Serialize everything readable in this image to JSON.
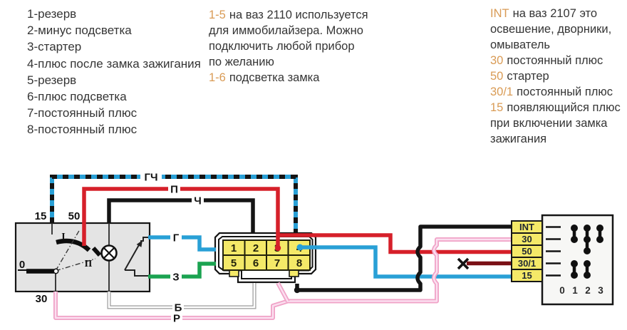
{
  "colors": {
    "accent_orange": "#d99b55",
    "text_dark": "#353535",
    "wire_red": "#d6202a",
    "wire_blue": "#29a0d6",
    "wire_green": "#1ba351",
    "wire_pink": "#f0a3c7",
    "wire_pink_core": "#fbdff0",
    "wire_maroon": "#7a1016",
    "wire_black": "#141414",
    "wire_white": "#ffffff",
    "pin_yellow": "#f4e968",
    "switch_box_gray": "#e4e4e4",
    "chart_box_white": "#f7f7f5"
  },
  "legend_left": {
    "items": [
      "1-резерв",
      "2-минус подсветка",
      "3-стартер",
      "4-плюс после замка зажигания",
      "5-резерв",
      "6-плюс подсветка",
      "7-постоянный плюс",
      "8-постоянный плюс"
    ]
  },
  "note_center": {
    "lines": [
      {
        "hl": "1-5",
        "text": "на ваз 2110 используется"
      },
      {
        "text": "для иммобилайзера. Можно"
      },
      {
        "text": "подключить любой прибор"
      },
      {
        "text": "по желанию"
      },
      {
        "hl": "1-6",
        "text": "подсветка замка"
      }
    ]
  },
  "note_right": {
    "lines": [
      {
        "hl": "INT",
        "text": "на ваз 2107 это"
      },
      {
        "text": "освешение, дворники,"
      },
      {
        "text": "омыватель"
      },
      {
        "hl": "30",
        "text": "постоянный плюс"
      },
      {
        "hl": "50",
        "text": "стартер"
      },
      {
        "hl": "30/1",
        "text": "постоянный плюс"
      },
      {
        "hl": "15",
        "text": "появляющийся плюс"
      },
      {
        "text": "при включении замка"
      },
      {
        "text": "зажигания"
      }
    ]
  },
  "switch": {
    "terminal_15": "15",
    "terminal_50": "50",
    "terminal_0": "0",
    "terminal_30": "30",
    "pos_1": "I",
    "pos_2": "II"
  },
  "wires": {
    "gch": "ГЧ",
    "p": "П",
    "ch": "Ч",
    "g": "Г",
    "z": "З",
    "b": "Б",
    "r": "Р"
  },
  "connector": {
    "pins": [
      "1",
      "2",
      "3",
      "4",
      "5",
      "6",
      "7",
      "8"
    ]
  },
  "right_block": {
    "terminals": [
      "INT",
      "30",
      "50",
      "30/1",
      "15"
    ],
    "positions": [
      "0",
      "1",
      "2",
      "3"
    ],
    "not_connected": "30/1",
    "connections_by_position": {
      "0": [],
      "1": [
        "INT-30",
        "30/1-15"
      ],
      "2": [
        "INT-30-50",
        "30/1-15"
      ],
      "3": [
        "INT-30"
      ]
    }
  }
}
